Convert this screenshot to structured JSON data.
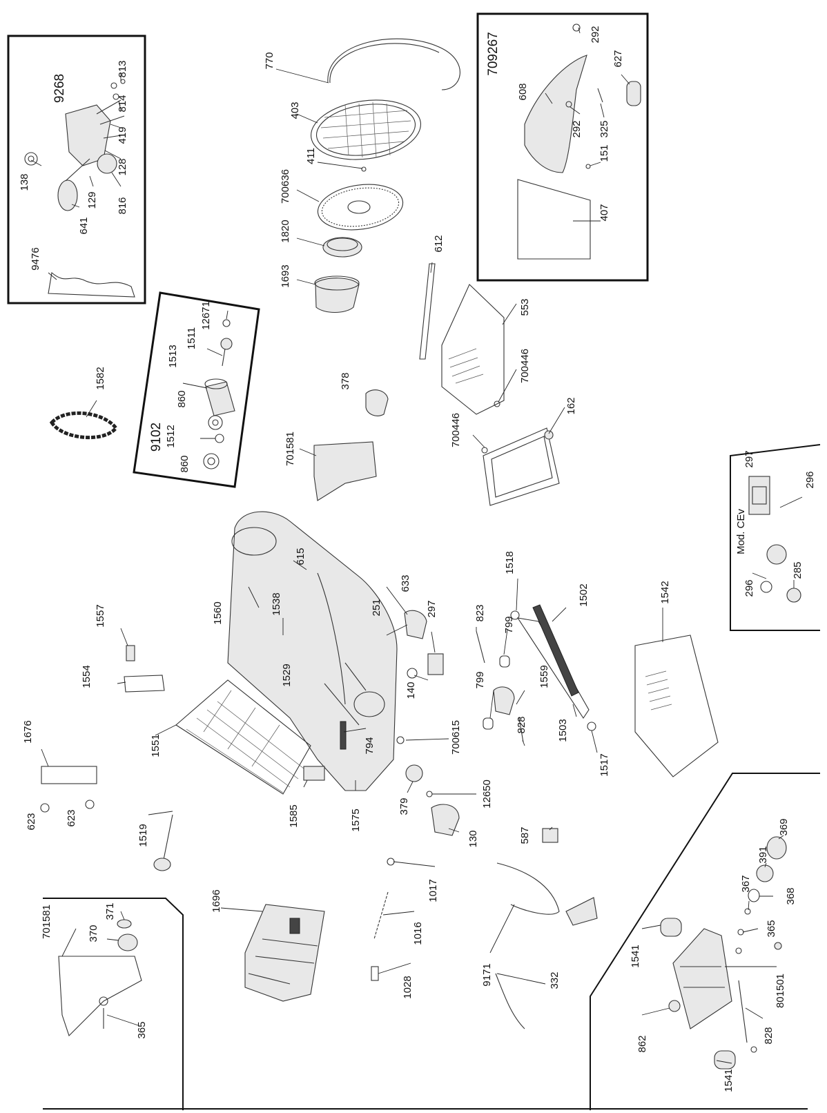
{
  "diagram": {
    "labels": [
      "9268",
      "813",
      "814",
      "419",
      "128",
      "816",
      "129",
      "138",
      "641",
      "9476",
      "1582",
      "9102",
      "1513",
      "1511",
      "12671",
      "860",
      "1512",
      "860",
      "770",
      "403",
      "411",
      "700636",
      "1820",
      "1693",
      "378",
      "701581",
      "612",
      "553",
      "700446",
      "700446",
      "162",
      "709267",
      "292",
      "627",
      "608",
      "292",
      "325",
      "151",
      "407",
      "Mod. CEv",
      "297",
      "296",
      "296",
      "285",
      "1557",
      "1560",
      "1538",
      "615",
      "633",
      "251",
      "297",
      "823",
      "1518",
      "1502",
      "799",
      "1554",
      "1529",
      "140",
      "799",
      "1559",
      "828",
      "1503",
      "1517",
      "1542",
      "1676",
      "1551",
      "623",
      "623",
      "1519",
      "1585",
      "1575",
      "794",
      "700615",
      "379",
      "12650",
      "130",
      "587",
      "701581",
      "371",
      "370",
      "365",
      "1696",
      "1017",
      "1016",
      "1028",
      "9171",
      "332",
      "1541",
      "862",
      "1541",
      "369",
      "391",
      "367",
      "368",
      "365",
      "801501",
      "828"
    ]
  }
}
